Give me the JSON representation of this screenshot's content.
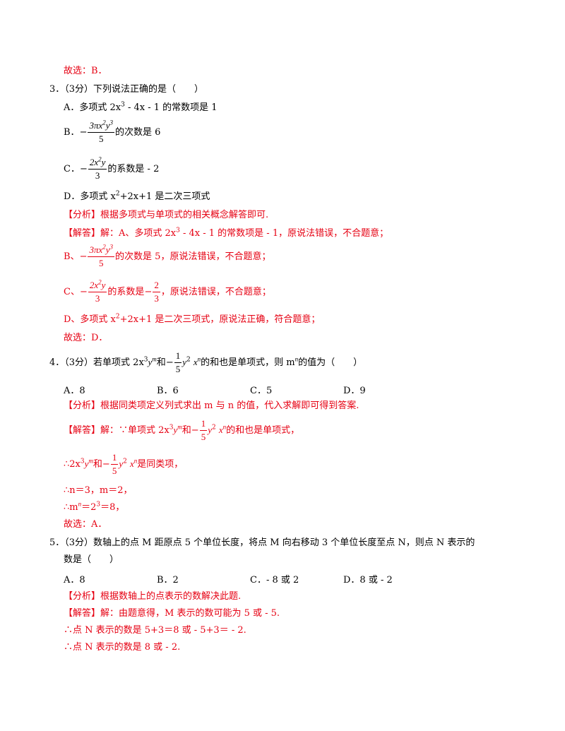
{
  "q2": {
    "choice": "故选：B．"
  },
  "q3": {
    "stem": "3．（3分）下列说法正确的是（　　）",
    "a_pre": "A．多项式 2x",
    "a_post": " - 4x - 1 的常数项是 1",
    "b_pre": "B．",
    "b_post": "的次数是 6",
    "c_pre": "C．",
    "c_post": "的系数是 - 2",
    "d_pre": "D．多项式 x",
    "d_post": "+2x+1 是二次三项式",
    "analysis": "【分析】根据多项式与单项式的相关概念解答即可.",
    "ans_a_pre": "【解答】解：A、多项式 2x",
    "ans_a_post": " - 4x - 1 的常数项是 - 1，原说法错误，不合题意；",
    "ans_b_pre": "B、",
    "ans_b_post": "的次数是 5，原说法错误，不合题意；",
    "ans_c_pre": "C、",
    "ans_c_mid": "的系数是",
    "ans_c_post": "，原说法错误，不合题意；",
    "ans_d_pre": "D、多项式 x",
    "ans_d_post": "+2x+1 是二次三项式，原说法正确，符合题意；",
    "choice": "故选：D．"
  },
  "q4": {
    "stem_pre": "4．（3分）若单项式 2x",
    "stem_mid": "和",
    "stem_post": "的和也是单项式，则 m",
    "stem_end": "的值为（　　）",
    "options": [
      "A．8",
      "B．6",
      "C．5",
      "D．9"
    ],
    "analysis": "【分析】根据同类项定义列式求出 m 与 n 的值，代入求解即可得到答案.",
    "ans1_pre": "【解答】解：∵单项式 2x",
    "ans1_mid": "和",
    "ans1_post": "的和也是单项式，",
    "ans2_pre": "∴2x",
    "ans2_mid": "和",
    "ans2_post": "是同类项，",
    "ans3": "∴n＝3，m＝2，",
    "ans4_pre": "∴m",
    "ans4_mid": "＝2",
    "ans4_post": "＝8，",
    "choice": "故选：A．"
  },
  "q5": {
    "stem1": "5．（3分）数轴上的点 M 距原点 5 个单位长度，将点 M 向右移动 3 个单位长度至点 N，则点 N 表示的",
    "stem2": "数是（　　）",
    "options": [
      "A．8",
      "B．2",
      "C．- 8 或 2",
      "D．8 或 - 2"
    ],
    "analysis": "【分析】根据数轴上的点表示的数解决此题.",
    "ans1": "【解答】解：由题意得，M 表示的数可能为 5 或 - 5.",
    "ans2": "∴点 N 表示的数是 5+3＝8 或 - 5+3＝ - 2.",
    "ans3": "∴点 N 表示的数是 8 或 - 2."
  }
}
